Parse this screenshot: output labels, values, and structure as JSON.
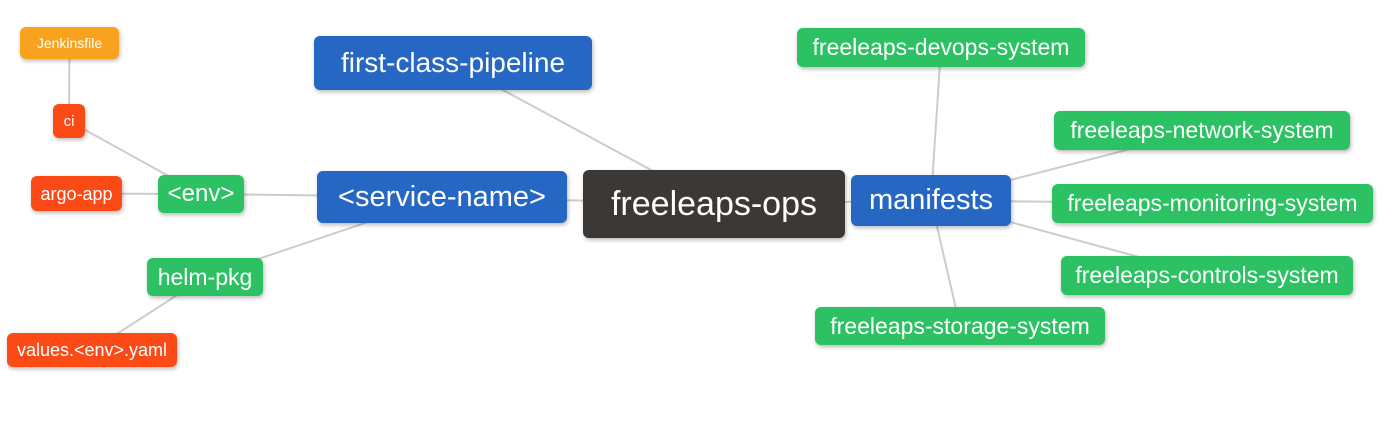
{
  "diagram": {
    "type": "mindmap",
    "root": "freeleaps-ops"
  },
  "colors": {
    "background": "#ffffff",
    "edge": "#cccccc",
    "root_node": "#3b3835",
    "branch_blue": "#2667c4",
    "leaf_green": "#2cc264",
    "leaf_red": "#fc4a17",
    "leaf_orange": "#f9a21d",
    "node_text": "#ffffff"
  },
  "nodes": {
    "freeleaps-ops": {
      "label": "freeleaps-ops",
      "color": "#3b3835"
    },
    "first-class-pipeline": {
      "label": "first-class-pipeline",
      "color": "#2667c4"
    },
    "service-name": {
      "label": "<service-name>",
      "color": "#2667c4"
    },
    "manifests": {
      "label": "manifests",
      "color": "#2667c4"
    },
    "env": {
      "label": "<env>",
      "color": "#2cc264"
    },
    "helm-pkg": {
      "label": "helm-pkg",
      "color": "#2cc264"
    },
    "jenkinsfile": {
      "label": "Jenkinsfile",
      "color": "#f9a21d"
    },
    "ci": {
      "label": "ci",
      "color": "#fc4a17"
    },
    "argo-app": {
      "label": "argo-app",
      "color": "#fc4a17"
    },
    "values-env-yaml": {
      "label": "values.<env>.yaml",
      "color": "#fc4a17"
    },
    "freeleaps-devops-system": {
      "label": "freeleaps-devops-system",
      "color": "#2cc264"
    },
    "freeleaps-network-system": {
      "label": "freeleaps-network-system",
      "color": "#2cc264"
    },
    "freeleaps-monitoring-system": {
      "label": "freeleaps-monitoring-system",
      "color": "#2cc264"
    },
    "freeleaps-controls-system": {
      "label": "freeleaps-controls-system",
      "color": "#2cc264"
    },
    "freeleaps-storage-system": {
      "label": "freeleaps-storage-system",
      "color": "#2cc264"
    }
  },
  "edges": [
    [
      "jenkinsfile",
      "ci"
    ],
    [
      "ci",
      "env"
    ],
    [
      "argo-app",
      "env"
    ],
    [
      "env",
      "service-name"
    ],
    [
      "helm-pkg",
      "service-name"
    ],
    [
      "values-env-yaml",
      "helm-pkg"
    ],
    [
      "service-name",
      "freeleaps-ops"
    ],
    [
      "first-class-pipeline",
      "freeleaps-ops"
    ],
    [
      "freeleaps-ops",
      "manifests"
    ],
    [
      "manifests",
      "freeleaps-devops-system"
    ],
    [
      "manifests",
      "freeleaps-network-system"
    ],
    [
      "manifests",
      "freeleaps-monitoring-system"
    ],
    [
      "manifests",
      "freeleaps-controls-system"
    ],
    [
      "manifests",
      "freeleaps-storage-system"
    ]
  ]
}
